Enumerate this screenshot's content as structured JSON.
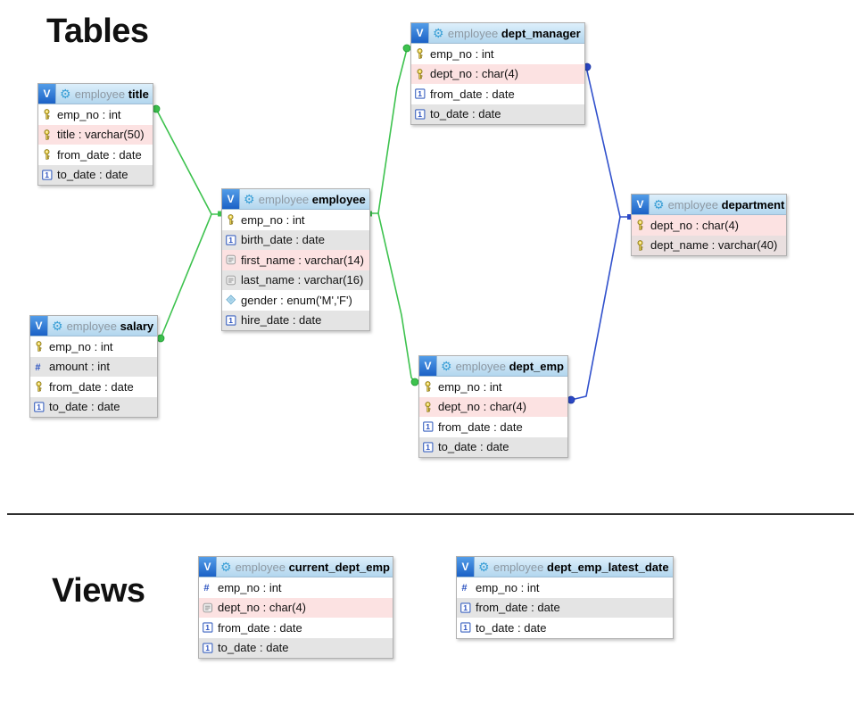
{
  "sections": [
    {
      "title": "Tables"
    },
    {
      "title": "Views"
    }
  ],
  "schema_label": "employee",
  "icons": {
    "badge_glyph": "V",
    "gear_glyph": "⚙",
    "field_icon_names": [
      "key-icon",
      "date-icon",
      "hash-icon",
      "text-icon",
      "enum-icon"
    ]
  },
  "colors": {
    "relationship_green": "#3dc24e",
    "relationship_blue": "#3050cc",
    "header_blue_top": "#ddeffb",
    "header_blue_bottom": "#b2d6ee",
    "badge_blue": "#2a6fd0",
    "row_pink": "#fce2e2",
    "row_gray": "#e4e4e4",
    "row_graypink": "#e9dfdf"
  },
  "tables": [
    {
      "schema": "employee",
      "name": "title",
      "fields": [
        {
          "label": "emp_no : int",
          "icon": "key-icon"
        },
        {
          "label": "title : varchar(50)",
          "icon": "key-icon"
        },
        {
          "label": "from_date : date",
          "icon": "key-icon"
        },
        {
          "label": "to_date : date",
          "icon": "date-icon"
        }
      ]
    },
    {
      "schema": "employee",
      "name": "employee",
      "fields": [
        {
          "label": "emp_no : int",
          "icon": "key-icon"
        },
        {
          "label": "birth_date : date",
          "icon": "date-icon"
        },
        {
          "label": "first_name : varchar(14)",
          "icon": "text-icon"
        },
        {
          "label": "last_name : varchar(16)",
          "icon": "text-icon"
        },
        {
          "label": "gender : enum('M','F')",
          "icon": "enum-icon"
        },
        {
          "label": "hire_date : date",
          "icon": "date-icon"
        }
      ]
    },
    {
      "schema": "employee",
      "name": "salary",
      "fields": [
        {
          "label": "emp_no : int",
          "icon": "key-icon"
        },
        {
          "label": "amount : int",
          "icon": "hash-icon"
        },
        {
          "label": "from_date : date",
          "icon": "key-icon"
        },
        {
          "label": "to_date : date",
          "icon": "date-icon"
        }
      ]
    },
    {
      "schema": "employee",
      "name": "dept_manager",
      "fields": [
        {
          "label": "emp_no : int",
          "icon": "key-icon"
        },
        {
          "label": "dept_no : char(4)",
          "icon": "key-icon"
        },
        {
          "label": "from_date : date",
          "icon": "date-icon"
        },
        {
          "label": "to_date : date",
          "icon": "date-icon"
        }
      ]
    },
    {
      "schema": "employee",
      "name": "dept_emp",
      "fields": [
        {
          "label": "emp_no : int",
          "icon": "key-icon"
        },
        {
          "label": "dept_no : char(4)",
          "icon": "key-icon"
        },
        {
          "label": "from_date : date",
          "icon": "date-icon"
        },
        {
          "label": "to_date : date",
          "icon": "date-icon"
        }
      ]
    },
    {
      "schema": "employee",
      "name": "department",
      "fields": [
        {
          "label": "dept_no : char(4)",
          "icon": "key-icon"
        },
        {
          "label": "dept_name : varchar(40)",
          "icon": "key-icon"
        }
      ]
    }
  ],
  "views": [
    {
      "schema": "employee",
      "name": "current_dept_emp",
      "fields": [
        {
          "label": "emp_no : int",
          "icon": "hash-icon"
        },
        {
          "label": "dept_no : char(4)",
          "icon": "text-icon"
        },
        {
          "label": "from_date : date",
          "icon": "date-icon"
        },
        {
          "label": "to_date : date",
          "icon": "date-icon"
        }
      ]
    },
    {
      "schema": "employee",
      "name": "dept_emp_latest_date",
      "fields": [
        {
          "label": "emp_no : int",
          "icon": "hash-icon"
        },
        {
          "label": "from_date : date",
          "icon": "date-icon"
        },
        {
          "label": "to_date : date",
          "icon": "date-icon"
        }
      ]
    }
  ],
  "relationships": [
    {
      "from": "title.emp_no",
      "to": "employee.emp_no",
      "color": "green"
    },
    {
      "from": "salary.emp_no",
      "to": "employee.emp_no",
      "color": "green"
    },
    {
      "from": "dept_manager.emp_no",
      "to": "employee.emp_no",
      "color": "green"
    },
    {
      "from": "dept_emp.emp_no",
      "to": "employee.emp_no",
      "color": "green"
    },
    {
      "from": "dept_manager.dept_no",
      "to": "department.dept_no",
      "color": "blue"
    },
    {
      "from": "dept_emp.dept_no",
      "to": "department.dept_no",
      "color": "blue"
    }
  ]
}
